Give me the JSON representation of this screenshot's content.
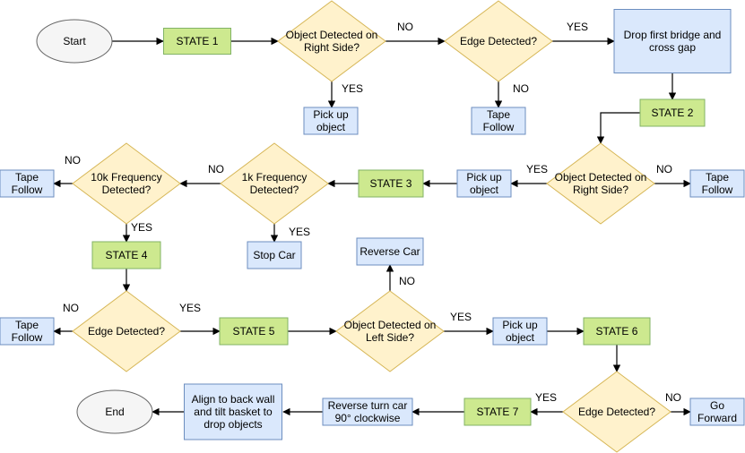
{
  "colors": {
    "state_fill": "#cde98f",
    "state_stroke": "#82b366",
    "action_fill": "#dae8fc",
    "action_stroke": "#6c8ebf",
    "decision_fill": "#fff2cc",
    "decision_stroke": "#d6b656",
    "terminal_fill": "#f5f5f5",
    "terminal_stroke": "#666666",
    "edge": "#000000"
  },
  "nodes": {
    "start": [
      "Start"
    ],
    "state1": [
      "STATE 1"
    ],
    "d_obj_right1": [
      "Object Detected on",
      "Right Side?"
    ],
    "d_edge1": [
      "Edge Detected?"
    ],
    "drop_bridge": [
      "Drop first bridge and",
      "cross gap"
    ],
    "pickup1": [
      "Pick up",
      "object"
    ],
    "tape1": [
      "Tape",
      "Follow"
    ],
    "state2": [
      "STATE 2"
    ],
    "d_obj_right2": [
      "Object Detected on",
      "Right Side?"
    ],
    "tape2": [
      "Tape",
      "Follow"
    ],
    "pickup2": [
      "Pick up",
      "object"
    ],
    "state3": [
      "STATE 3"
    ],
    "d_1k": [
      "1k Frequency",
      "Detected?"
    ],
    "d_10k": [
      "10k Frequency",
      "Detected?"
    ],
    "tape3": [
      "Tape",
      "Follow"
    ],
    "stop_car": [
      "Stop Car"
    ],
    "state4": [
      "STATE 4"
    ],
    "reverse_car": [
      "Reverse Car"
    ],
    "d_edge2": [
      "Edge Detected?"
    ],
    "tape4": [
      "Tape",
      "Follow"
    ],
    "state5": [
      "STATE 5"
    ],
    "d_obj_left": [
      "Object Detected on",
      "Left Side?"
    ],
    "pickup3": [
      "Pick up",
      "object"
    ],
    "state6": [
      "STATE 6"
    ],
    "d_edge3": [
      "Edge Detected?"
    ],
    "go_forward": [
      "Go",
      "Forward"
    ],
    "state7": [
      "STATE 7"
    ],
    "reverse_turn": [
      "Reverse turn car",
      "90° clockwise"
    ],
    "align_wall": [
      "Align to back wall",
      "and tilt basket to",
      "drop objects"
    ],
    "end": [
      "End"
    ]
  },
  "edge_labels": {
    "no_obj_right1": "NO",
    "yes_obj_right1": "YES",
    "yes_edge1": "YES",
    "no_edge1": "NO",
    "yes_obj_right2": "YES",
    "no_obj_right2": "NO",
    "no_1k": "NO",
    "yes_1k": "YES",
    "no_10k": "NO",
    "yes_10k": "YES",
    "no_edge2": "NO",
    "yes_edge2": "YES",
    "no_obj_left": "NO",
    "yes_obj_left": "YES",
    "yes_edge3": "YES",
    "no_edge3": "NO"
  }
}
